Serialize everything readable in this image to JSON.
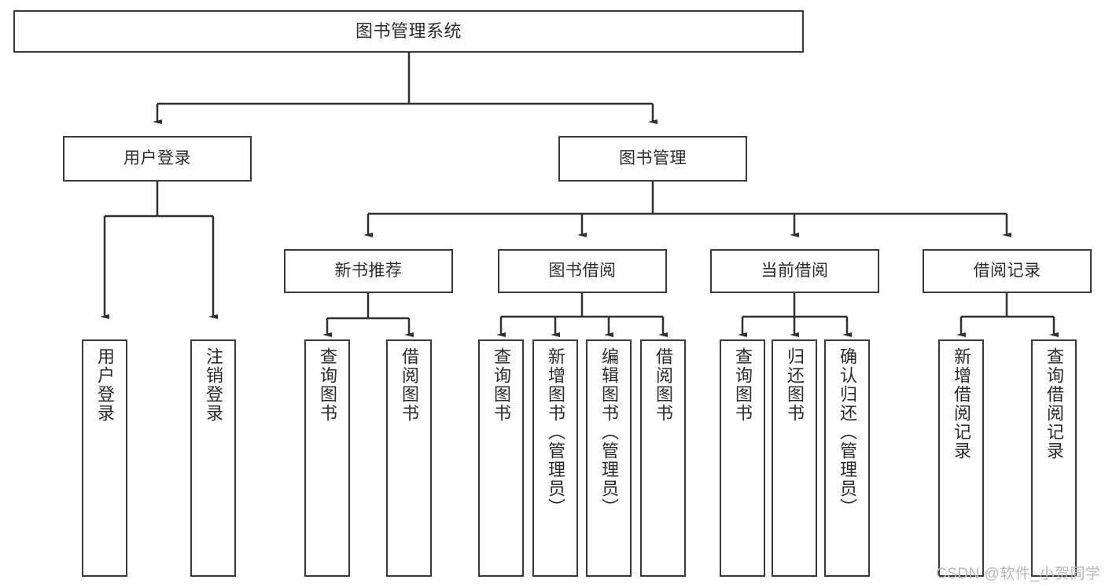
{
  "diagram": {
    "type": "tree",
    "title": "图书管理系统",
    "root": {
      "label": "图书管理系统"
    },
    "level2": [
      {
        "label": "用户登录"
      },
      {
        "label": "图书管理"
      }
    ],
    "level3": [
      {
        "label": "新书推荐"
      },
      {
        "label": "图书借阅"
      },
      {
        "label": "当前借阅"
      },
      {
        "label": "借阅记录"
      }
    ],
    "leaves": {
      "user_login": [
        {
          "label": "用户登录"
        },
        {
          "label": "注销登录"
        }
      ],
      "new_book_recommend": [
        {
          "label": "查询图书"
        },
        {
          "label": "借阅图书"
        }
      ],
      "book_borrow": [
        {
          "label": "查询图书"
        },
        {
          "label": "新增图书（管理员）"
        },
        {
          "label": "编辑图书（管理员）"
        },
        {
          "label": "借阅图书"
        }
      ],
      "current_borrow": [
        {
          "label": "查询图书"
        },
        {
          "label": "归还图书"
        },
        {
          "label": "确认归还（管理员）"
        }
      ],
      "borrow_record": [
        {
          "label": "新增借阅记录"
        },
        {
          "label": "查询借阅记录"
        }
      ]
    }
  },
  "watermark": {
    "text": "CSDN @软件_小贺同学"
  },
  "colors": {
    "node_border": "#3a3a3a",
    "node_fill": "#ffffff",
    "edge": "#2f2f2f",
    "text": "#2b2b2b",
    "watermark": "#b9b9b9"
  }
}
